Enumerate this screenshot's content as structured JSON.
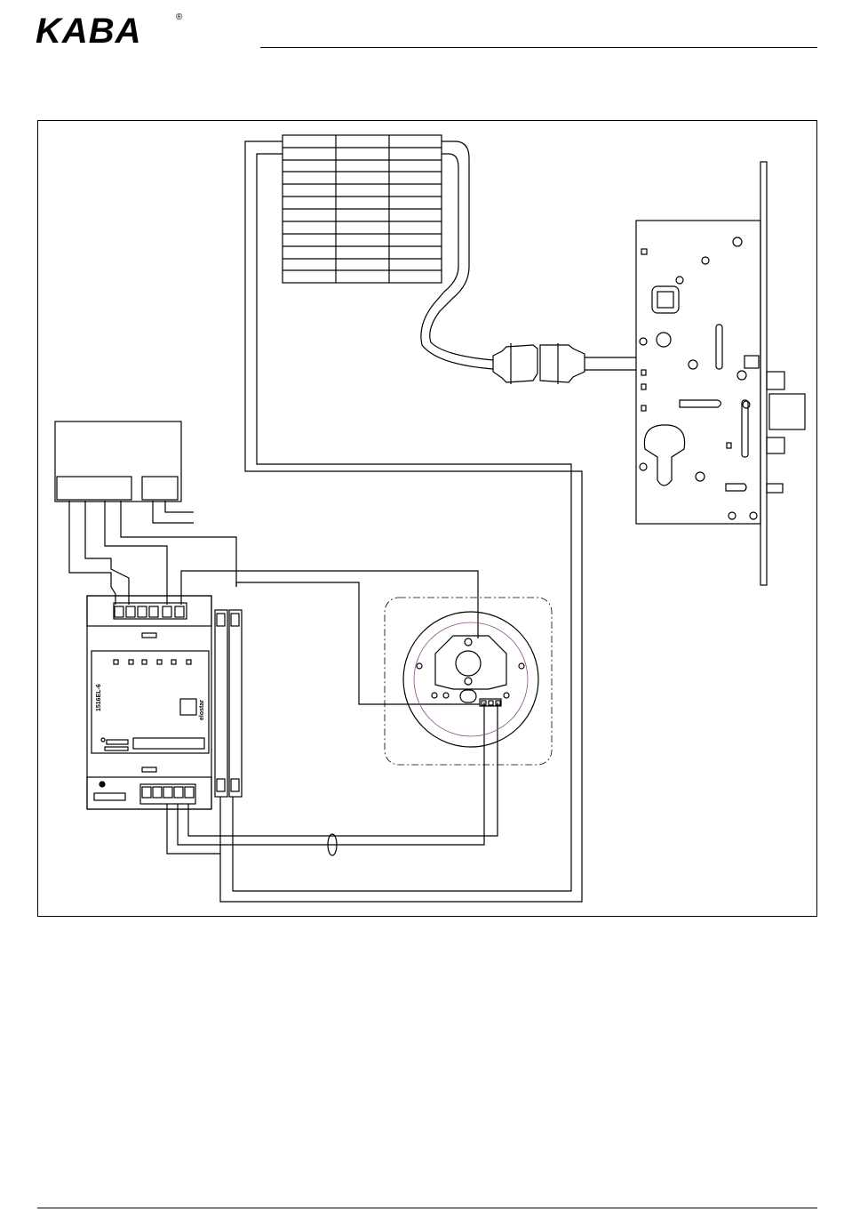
{
  "brand": {
    "logo_text": "KABA",
    "registered_mark": "®"
  },
  "diagram": {
    "relay_module_label": "1516EL-6",
    "relay_brand_label": "elostar"
  },
  "colors": {
    "line": "#000000",
    "reader_outline": "#8a4a8a",
    "background": "#ffffff"
  }
}
